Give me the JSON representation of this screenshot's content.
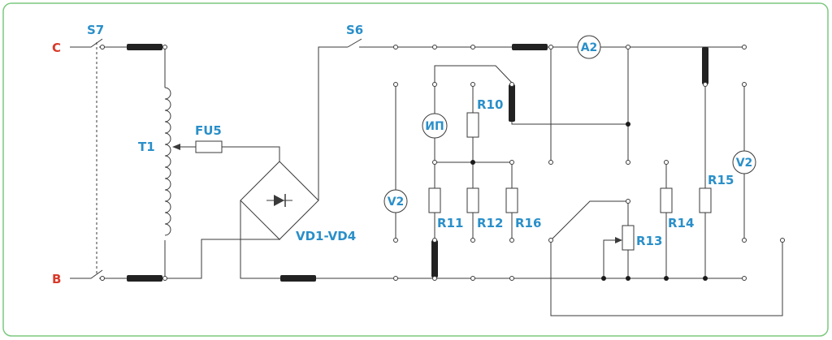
{
  "colors": {
    "frame": "#7cc97f",
    "label": "#2a8fc9",
    "terminal": "#d83a2a",
    "wire": "#3a3a3a"
  },
  "labels": {
    "terminal_c": "C",
    "terminal_b": "B",
    "switch_s7": "S7",
    "switch_s6": "S6",
    "transformer": "T1",
    "fuse": "FU5",
    "rectifier": "VD1-VD4",
    "r10": "R10",
    "r11": "R11",
    "r12": "R12",
    "r13": "R13",
    "r14": "R14",
    "r15": "R15",
    "r16": "R16"
  },
  "meters": {
    "ammeter_a2": "A2",
    "voltmeter_v2_left": "V2",
    "voltmeter_v2_right": "V2",
    "device_ip": "ИП"
  },
  "icons": {
    "rectifier_symbol": "diode-icon"
  }
}
